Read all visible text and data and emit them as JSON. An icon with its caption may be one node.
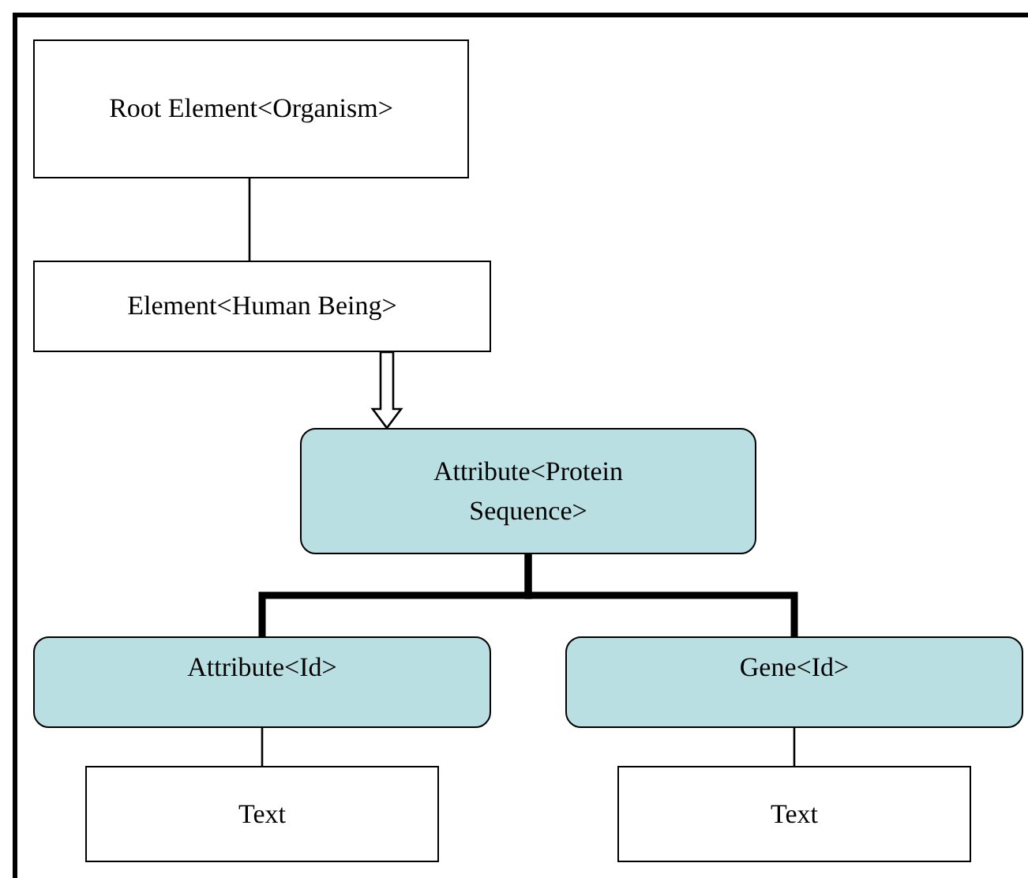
{
  "diagram": {
    "nodes": [
      {
        "text": [
          "Root Element<Organism>"
        ]
      },
      {
        "text": [
          "Element<Human Being>"
        ]
      },
      {
        "text": [
          "Attribute<Protein Sequence>"
        ]
      },
      {
        "text": [
          "Attribute<Id>"
        ]
      },
      {
        "text": [
          "Gene<Id>"
        ]
      },
      {
        "text": [
          "Text"
        ]
      },
      {
        "text": [
          "Text"
        ]
      }
    ],
    "edges": [
      {
        "from": 0,
        "to": 1,
        "arrow": "none"
      },
      {
        "from": 1,
        "to": 2,
        "arrow": "to"
      },
      {
        "from": 2,
        "to": 3,
        "arrow": "none",
        "style": "thick"
      },
      {
        "from": 2,
        "to": 4,
        "arrow": "none",
        "style": "thick"
      },
      {
        "from": 3,
        "to": 5,
        "arrow": "none"
      },
      {
        "from": 4,
        "to": 6,
        "arrow": "none"
      }
    ]
  }
}
